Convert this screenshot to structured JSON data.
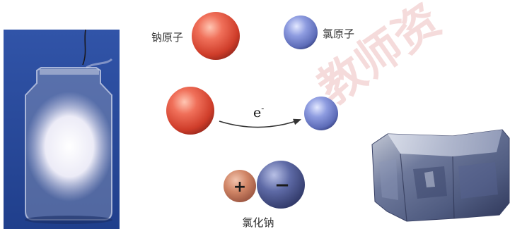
{
  "labels": {
    "sodium_atom": "钠原子",
    "chlorine_atom": "氯原子",
    "electron": "e",
    "electron_charge": "-",
    "positive_sign": "+",
    "negative_sign": "−",
    "compound": "氯化钠"
  },
  "watermark": {
    "text": "教师资"
  },
  "icons": {
    "jar_photo": "gas-jar-photo",
    "crystal_photo": "salt-crystal-photo",
    "sodium_sphere": "red-sphere",
    "chlorine_sphere": "blue-sphere"
  },
  "colors": {
    "sodium": "#e0553f",
    "chlorine": "#7e8fd6",
    "sodium_ion": "#c97a60",
    "chloride_ion": "#4f5b91",
    "jar_background": "#2a4fa3",
    "watermark": "#e9b1b1"
  }
}
